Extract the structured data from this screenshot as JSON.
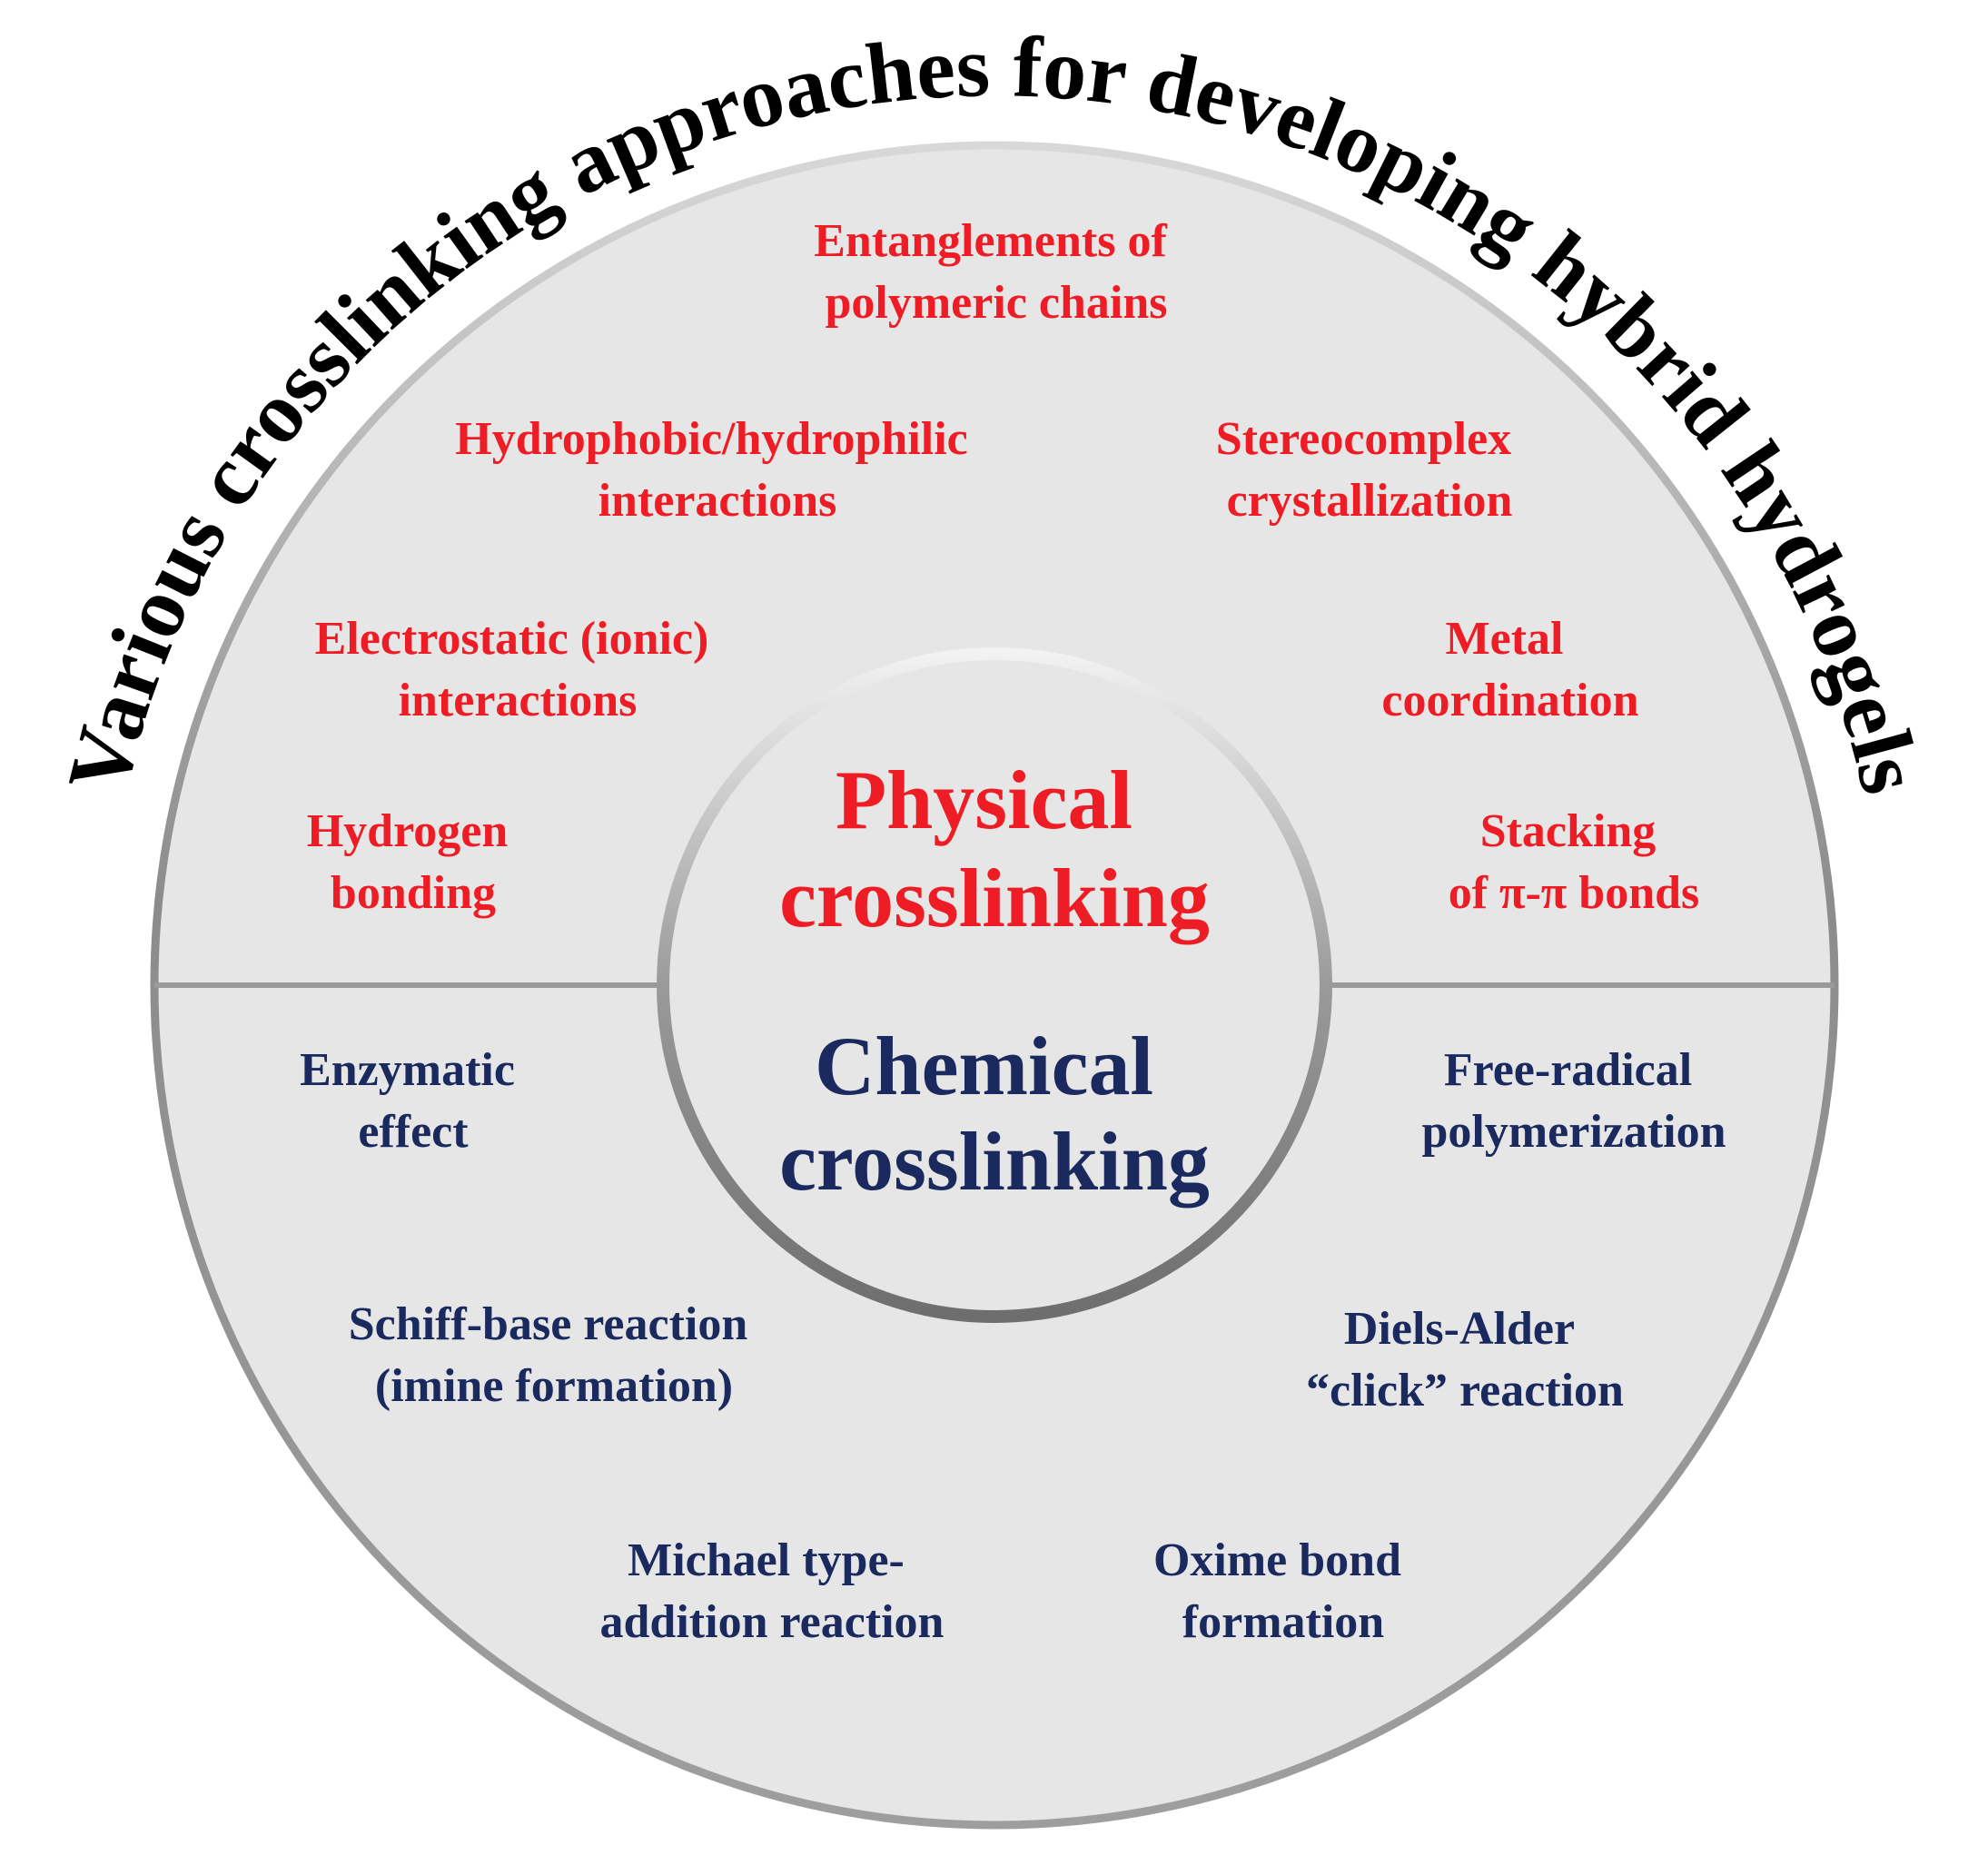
{
  "title": "Various crosslinking approaches for developing hybrid hydrogels",
  "center": {
    "physical": {
      "line1": "Physical",
      "line2": "crosslinking"
    },
    "chemical": {
      "line1": "Chemical",
      "line2": "crosslinking"
    }
  },
  "physical_methods": [
    {
      "line1": "Entanglements of",
      "line2": "polymeric chains"
    },
    {
      "line1": "Hydrophobic/hydrophilic",
      "line2": "interactions"
    },
    {
      "line1": "Stereocomplex",
      "line2": "crystallization"
    },
    {
      "line1": "Electrostatic (ionic)",
      "line2": "interactions"
    },
    {
      "line1": "Metal",
      "line2": "coordination"
    },
    {
      "line1": "Hydrogen",
      "line2": "bonding"
    },
    {
      "line1": "Stacking",
      "line2": "of π-π bonds"
    }
  ],
  "chemical_methods": [
    {
      "line1": "Enzymatic",
      "line2": "effect"
    },
    {
      "line1": "Free-radical",
      "line2": "polymerization"
    },
    {
      "line1": "Schiff-base reaction",
      "line2": "(imine formation)"
    },
    {
      "line1": "Diels-Alder",
      "line2": "“click” reaction"
    },
    {
      "line1": "Michael type-",
      "line2": "addition reaction"
    },
    {
      "line1": "Oxime bond",
      "line2": "formation"
    }
  ],
  "colors": {
    "physical_text": "#ee1c24",
    "chemical_text": "#1b2a5e",
    "disc_fill": "#e6e6e6",
    "ring_stroke": "#8a8a8a"
  }
}
